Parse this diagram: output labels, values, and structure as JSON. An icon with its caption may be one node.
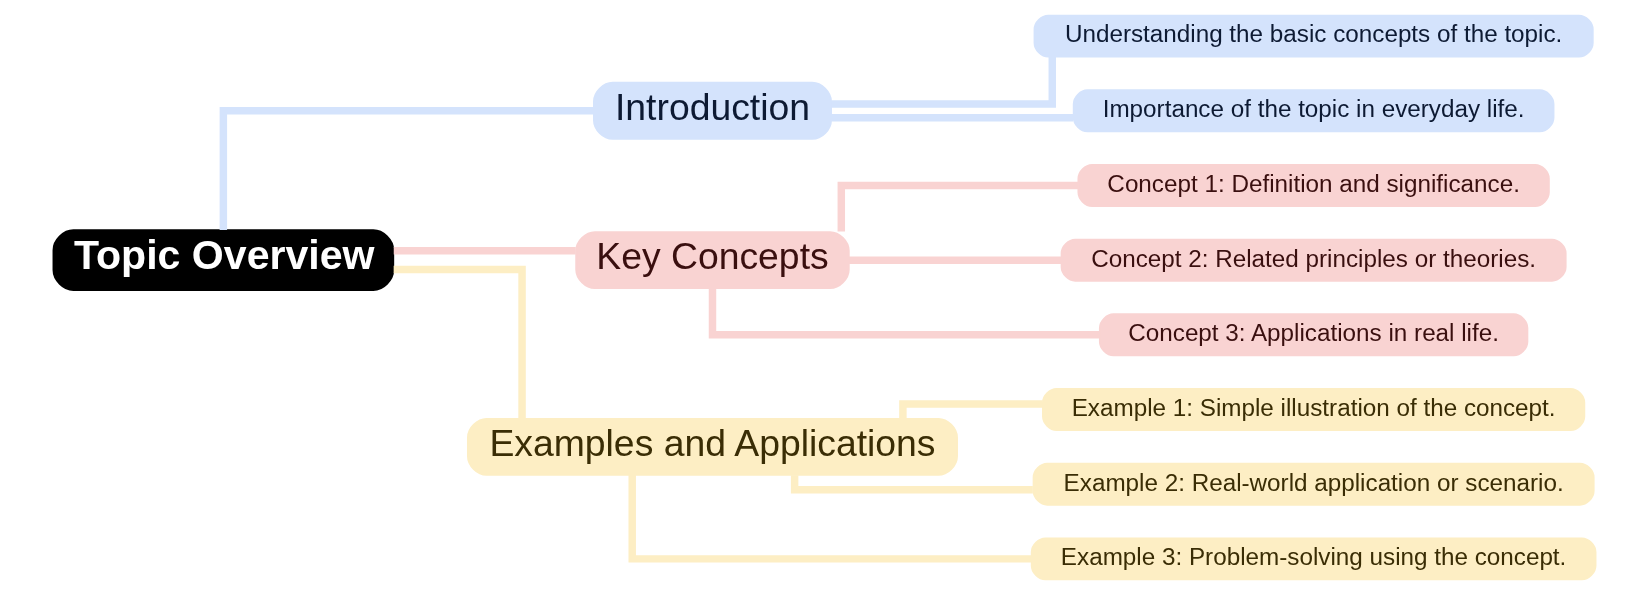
{
  "diagram": {
    "nodes": [
      {
        "text": [
          "Topic Overview"
        ]
      },
      {
        "text": [
          "Introduction"
        ]
      },
      {
        "text": [
          "Understanding the basic concepts of the topic."
        ]
      },
      {
        "text": [
          "Importance of the topic in everyday life."
        ]
      },
      {
        "text": [
          "Key Concepts"
        ]
      },
      {
        "text": [
          "Concept 1: Definition and significance."
        ]
      },
      {
        "text": [
          "Concept 2: Related principles or theories."
        ]
      },
      {
        "text": [
          "Concept 3: Applications in real life."
        ]
      },
      {
        "text": [
          "Examples and Applications"
        ]
      },
      {
        "text": [
          "Example 1: Simple illustration of the concept."
        ]
      },
      {
        "text": [
          "Example 2: Real-world application or scenario."
        ]
      },
      {
        "text": [
          "Example 3: Problem-solving using the concept."
        ]
      }
    ],
    "edges": [
      {
        "from": 0,
        "to": 1,
        "arrow": "none",
        "color": "#d4e3fc"
      },
      {
        "from": 0,
        "to": 4,
        "arrow": "none",
        "color": "#f9d3d2"
      },
      {
        "from": 0,
        "to": 8,
        "arrow": "none",
        "color": "#fdeec4"
      },
      {
        "from": 1,
        "to": 2,
        "arrow": "none",
        "color": "#d4e3fc"
      },
      {
        "from": 1,
        "to": 3,
        "arrow": "none",
        "color": "#d4e3fc"
      },
      {
        "from": 4,
        "to": 5,
        "arrow": "none",
        "color": "#f9d3d2"
      },
      {
        "from": 4,
        "to": 6,
        "arrow": "none",
        "color": "#f9d3d2"
      },
      {
        "from": 4,
        "to": 7,
        "arrow": "none",
        "color": "#f9d3d2"
      },
      {
        "from": 8,
        "to": 9,
        "arrow": "none",
        "color": "#fdeec4"
      },
      {
        "from": 8,
        "to": 10,
        "arrow": "none",
        "color": "#fdeec4"
      },
      {
        "from": 8,
        "to": 11,
        "arrow": "none",
        "color": "#fdeec4"
      }
    ]
  }
}
